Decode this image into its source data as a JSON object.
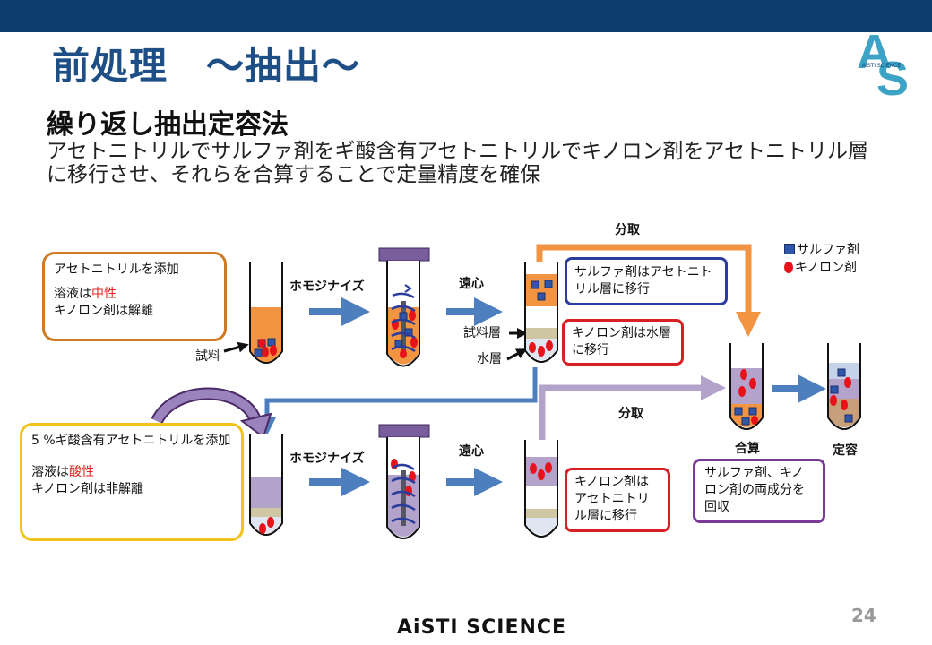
{
  "header": {
    "title": "前処理　～抽出～",
    "subtitle": "繰り返し抽出定容法",
    "description": "アセトニトリルでサルファ剤をギ酸含有アセトニトリルでキノロン剤をアセトニトリル層に移行させ、それらを合算することで定量精度を確保"
  },
  "logo": {
    "letters_top": "A",
    "letters_bottom": "S",
    "small_text": "AISTI SCIENCE"
  },
  "step1": {
    "box_title": "アセトニトリルを添加",
    "box_line1_prefix": "溶液は",
    "box_line1_highlight": "中性",
    "box_line2": "キノロン剤は解離",
    "sample_label": "試料",
    "homogenize_label": "ホモジナイズ",
    "centrifuge_label": "遠心",
    "sample_layer_label": "試料層",
    "water_layer_label": "水層"
  },
  "step2": {
    "box_title": "5 %ギ酸含有アセトニトリルを添加",
    "box_line1_prefix": "溶液は",
    "box_line1_highlight": "酸性",
    "box_line2": "キノロン剤は非解離",
    "homogenize_label": "ホモジナイズ",
    "centrifuge_label": "遠心"
  },
  "notes": {
    "sulfa_moves": "サルファ剤はアセトニトリル層に移行",
    "quinolone_water": "キノロン剤は水層に移行",
    "quinolone_acetonitrile": "キノロン剤はアセトニトリル層に移行",
    "recover_both": "サルファ剤、キノロン剤の両成分を回収"
  },
  "flow": {
    "aliquot_top": "分取",
    "aliquot_bottom": "分取",
    "combine": "合算",
    "final_volume": "定容"
  },
  "legend": {
    "sulfa": "サルファ剤",
    "quinolone": "キノロン剤"
  },
  "colors": {
    "title_blue": "#1d4f86",
    "topbar": "#0d3d6e",
    "orange": "#f29442",
    "purple": "#b3a2c9",
    "beige": "#cfc6a4",
    "arrow_blue": "#4d7fbe",
    "red": "#e8121a",
    "square_blue": "#2f56a8"
  },
  "page_number": "24",
  "footer": "AiSTI SCIENCE"
}
